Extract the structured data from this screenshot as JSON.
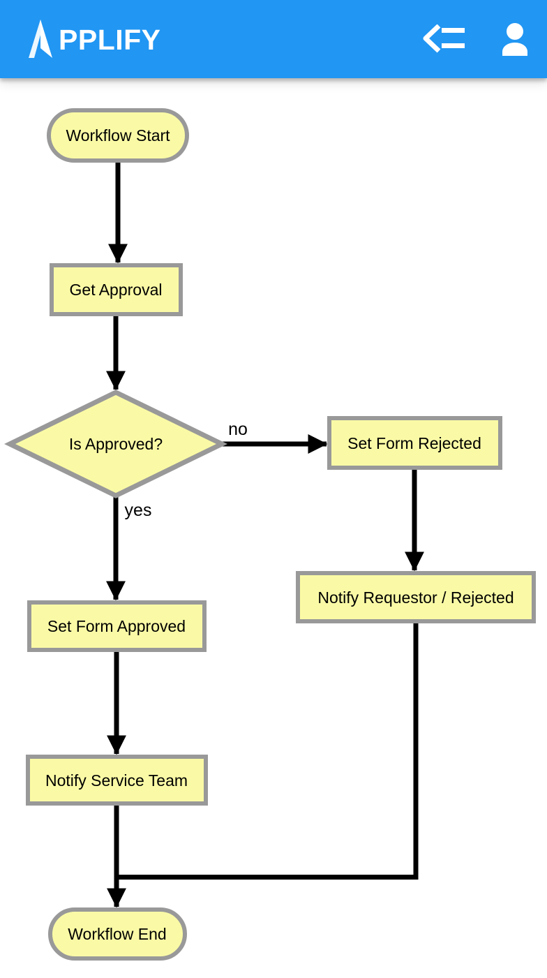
{
  "header": {
    "brand": {
      "full_name": "APPLIFY",
      "wordmark_text": "PPLIFY",
      "logo_icon": "arrowhead-a-logo"
    },
    "actions": {
      "menu_icon": "collapse-menu-icon",
      "user_icon": "person-icon"
    }
  },
  "colors": {
    "appbar_blue": "#2196F3",
    "node_fill": "#FAFAA6",
    "node_border": "#999999",
    "edge_black": "#000000"
  },
  "flowchart": {
    "nodes": [
      {
        "id": "workflow-start",
        "type": "terminator",
        "label": "Workflow Start"
      },
      {
        "id": "get-approval",
        "type": "process",
        "label": "Get Approval"
      },
      {
        "id": "is-approved",
        "type": "decision",
        "label": "Is Approved?"
      },
      {
        "id": "set-form-rejected",
        "type": "process",
        "label": "Set Form Rejected"
      },
      {
        "id": "notify-requestor-rejected",
        "type": "process",
        "label": "Notify Requestor / Rejected"
      },
      {
        "id": "set-form-approved",
        "type": "process",
        "label": "Set Form Approved"
      },
      {
        "id": "notify-service-team",
        "type": "process",
        "label": "Notify Service Team"
      },
      {
        "id": "workflow-end",
        "type": "terminator",
        "label": "Workflow End"
      }
    ],
    "edges": [
      {
        "from": "workflow-start",
        "to": "get-approval",
        "label": ""
      },
      {
        "from": "get-approval",
        "to": "is-approved",
        "label": ""
      },
      {
        "from": "is-approved",
        "to": "set-form-rejected",
        "label": "no"
      },
      {
        "from": "is-approved",
        "to": "set-form-approved",
        "label": "yes"
      },
      {
        "from": "set-form-rejected",
        "to": "notify-requestor-rejected",
        "label": ""
      },
      {
        "from": "set-form-approved",
        "to": "notify-service-team",
        "label": ""
      },
      {
        "from": "notify-service-team",
        "to": "workflow-end",
        "label": ""
      },
      {
        "from": "notify-requestor-rejected",
        "to": "workflow-end",
        "label": ""
      }
    ]
  }
}
